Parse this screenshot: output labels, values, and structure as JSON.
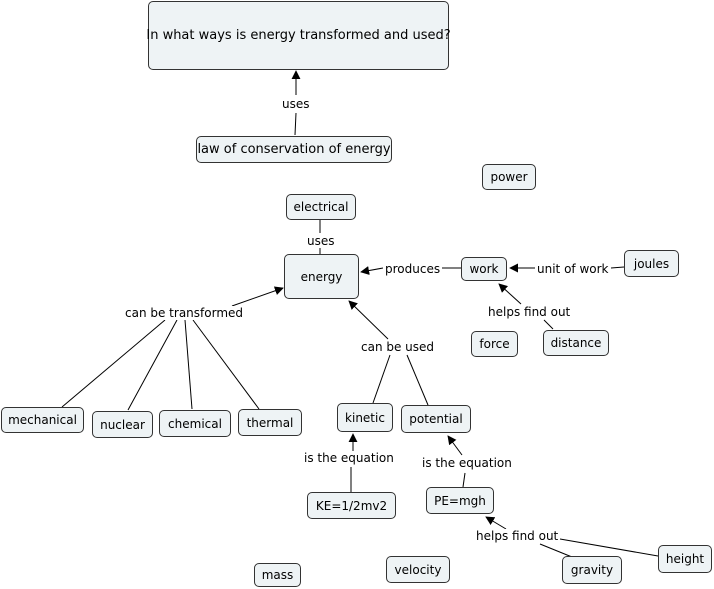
{
  "nodes": {
    "question": "In what ways is energy transformed and used?",
    "law": "law of conservation of energy",
    "power": "power",
    "electrical": "electrical",
    "energy": "energy",
    "work": "work",
    "joules": "joules",
    "force": "force",
    "distance": "distance",
    "mechanical": "mechanical",
    "nuclear": "nuclear",
    "chemical": "chemical",
    "thermal": "thermal",
    "kinetic": "kinetic",
    "potential": "potential",
    "ke_formula": "KE=1/2mv2",
    "pe_formula": "PE=mgh",
    "mass": "mass",
    "velocity": "velocity",
    "gravity": "gravity",
    "height": "height"
  },
  "links": {
    "uses_top": "uses",
    "uses_electrical": "uses",
    "produces": "produces",
    "unit_of_work": "unit of work",
    "helps_find_out_work": "helps find out",
    "can_be_transformed": "can be transformed",
    "can_be_used": "can be used",
    "is_the_equation_kinetic": "is the equation",
    "is_the_equation_potential": "is the equation",
    "helps_find_out_pe": "helps find out"
  }
}
